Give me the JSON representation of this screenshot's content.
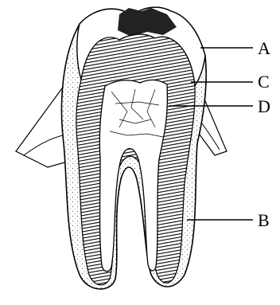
{
  "figure": {
    "subject": "tooth-cross-section",
    "labels": [
      {
        "id": "enamel",
        "text": "A"
      },
      {
        "id": "dentin",
        "text": "C"
      },
      {
        "id": "pulp",
        "text": "D"
      },
      {
        "id": "cementum",
        "text": "B"
      }
    ]
  }
}
